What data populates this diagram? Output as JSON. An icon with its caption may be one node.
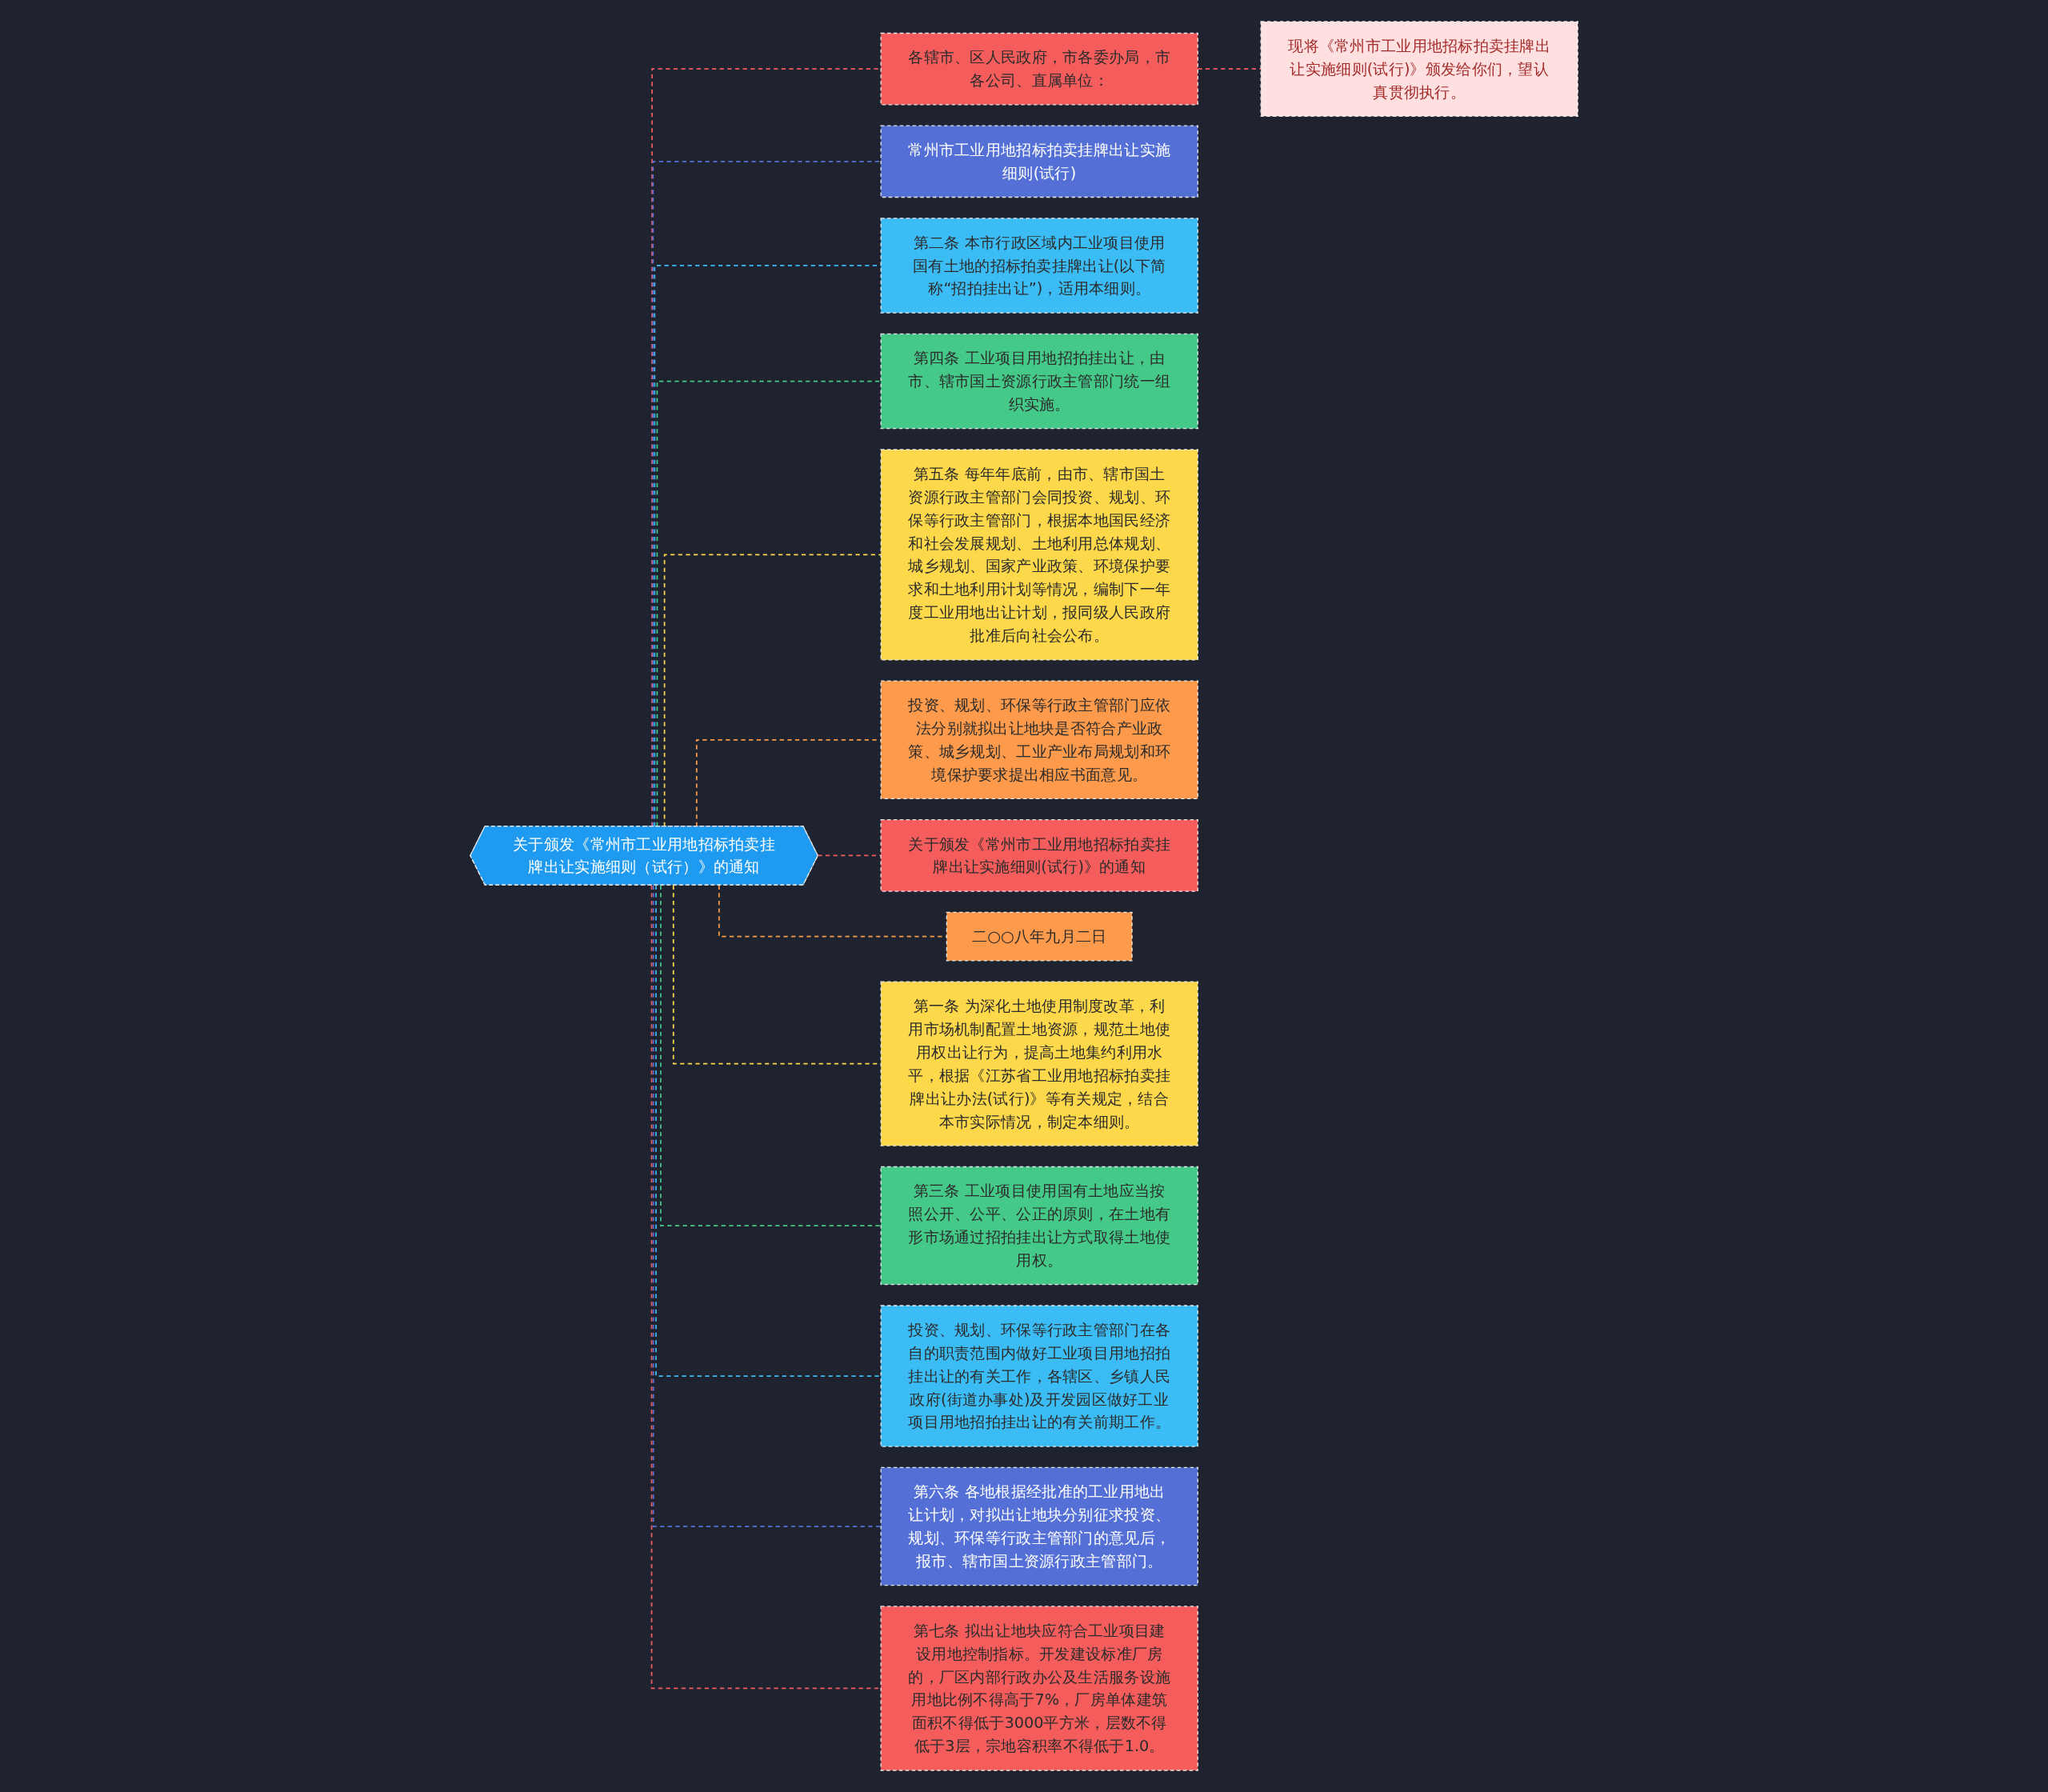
{
  "diagram": {
    "nodes": [
      {
        "text": [
          "关于颁发《常州市工业用地招标拍卖挂牌出让实施细则（试行）》的通知"
        ]
      },
      {
        "text": [
          "各辖市、区人民政府，市各委办局，市各公司、直属单位："
        ]
      },
      {
        "text": [
          "现将《常州市工业用地招标拍卖挂牌出让实施细则(试行)》颁发给你们，望认真贯彻执行。"
        ]
      },
      {
        "text": [
          "常州市工业用地招标拍卖挂牌出让实施细则(试行)"
        ]
      },
      {
        "text": [
          "第二条 本市行政区域内工业项目使用国有土地的招标拍卖挂牌出让(以下简称“招拍挂出让”)，适用本细则。"
        ]
      },
      {
        "text": [
          "第四条 工业项目用地招拍挂出让，由市、辖市国土资源行政主管部门统一组织实施。"
        ]
      },
      {
        "text": [
          "第五条 每年年底前，由市、辖市国土资源行政主管部门会同投资、规划、环保等行政主管部门，根据本地国民经济和社会发展规划、土地利用总体规划、城乡规划、国家产业政策、环境保护要求和土地利用计划等情况，编制下一年度工业用地出让计划，报同级人民政府批准后向社会公布。"
        ]
      },
      {
        "text": [
          "投资、规划、环保等行政主管部门应依法分别就拟出让地块是否符合产业政策、城乡规划、工业产业布局规划和环境保护要求提出相应书面意见。"
        ]
      },
      {
        "text": [
          "关于颁发《常州市工业用地招标拍卖挂牌出让实施细则(试行)》的通知"
        ]
      },
      {
        "text": [
          "二○○八年九月二日"
        ]
      },
      {
        "text": [
          "第一条 为深化土地使用制度改革，利用市场机制配置土地资源，规范土地使用权出让行为，提高土地集约利用水平，根据《江苏省工业用地招标拍卖挂牌出让办法(试行)》等有关规定，结合本市实际情况，制定本细则。"
        ]
      },
      {
        "text": [
          "第三条 工业项目使用国有土地应当按照公开、公平、公正的原则，在土地有形市场通过招拍挂出让方式取得土地使用权。"
        ]
      },
      {
        "text": [
          "投资、规划、环保等行政主管部门在各自的职责范围内做好工业项目用地招拍挂出让的有关工作，各辖区、乡镇人民政府(街道办事处)及开发园区做好工业项目用地招拍挂出让的有关前期工作。"
        ]
      },
      {
        "text": [
          "第六条 各地根据经批准的工业用地出让计划，对拟出让地块分别征求投资、规划、环保等行政主管部门的意见后，报市、辖市国土资源行政主管部门。"
        ]
      },
      {
        "text": [
          "第七条 拟出让地块应符合工业项目建设用地控制指标。开发建设标准厂房的，厂区内部行政办公及生活服务设施用地比例不得高于7%，厂房单体建筑面积不得低于3000平方米，层数不得低于3层，宗地容积率不得低于1.0。"
        ]
      }
    ],
    "edges": [
      {
        "from": 0,
        "to": 1,
        "arrow": "none",
        "style": "dashed",
        "color": "#f55d5d"
      },
      {
        "from": 1,
        "to": 2,
        "arrow": "none",
        "style": "dashed",
        "color": "#f55d5d"
      },
      {
        "from": 0,
        "to": 3,
        "arrow": "none",
        "style": "dashed",
        "color": "#5470d6"
      },
      {
        "from": 0,
        "to": 4,
        "arrow": "none",
        "style": "dashed",
        "color": "#3cbcf5"
      },
      {
        "from": 0,
        "to": 5,
        "arrow": "none",
        "style": "dashed",
        "color": "#45c988"
      },
      {
        "from": 0,
        "to": 6,
        "arrow": "none",
        "style": "dashed",
        "color": "#fdd84a"
      },
      {
        "from": 0,
        "to": 7,
        "arrow": "none",
        "style": "dashed",
        "color": "#fd9a4b"
      },
      {
        "from": 0,
        "to": 8,
        "arrow": "none",
        "style": "dashed",
        "color": "#f55d5d"
      },
      {
        "from": 0,
        "to": 9,
        "arrow": "none",
        "style": "dashed",
        "color": "#fd9a4b"
      },
      {
        "from": 0,
        "to": 10,
        "arrow": "none",
        "style": "dashed",
        "color": "#fdd84a"
      },
      {
        "from": 0,
        "to": 11,
        "arrow": "none",
        "style": "dashed",
        "color": "#45c988"
      },
      {
        "from": 0,
        "to": 12,
        "arrow": "none",
        "style": "dashed",
        "color": "#3cbcf5"
      },
      {
        "from": 0,
        "to": 13,
        "arrow": "none",
        "style": "dashed",
        "color": "#5470d6"
      },
      {
        "from": 0,
        "to": 14,
        "arrow": "none",
        "style": "dashed",
        "color": "#f55d5d"
      }
    ]
  }
}
